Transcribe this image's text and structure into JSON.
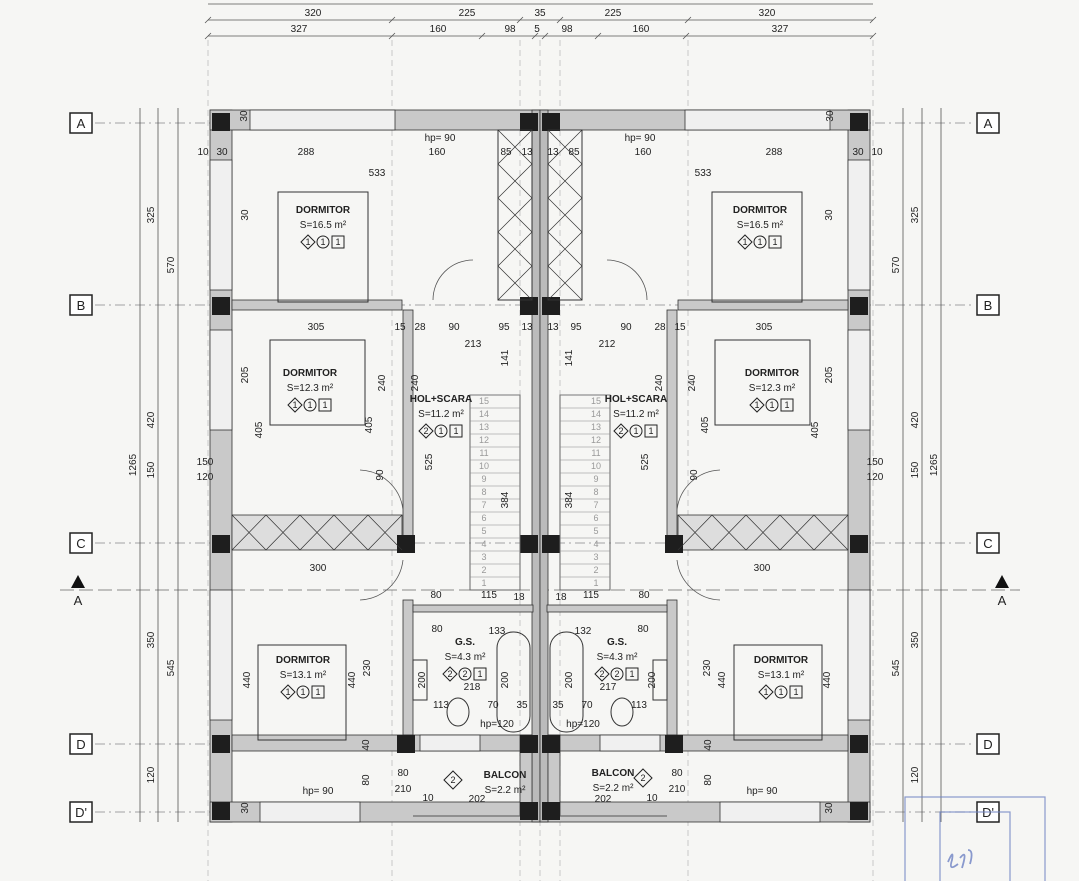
{
  "axes": [
    "A",
    "B",
    "C",
    "D",
    "D'"
  ],
  "section_marker": "A",
  "dimensions": {
    "top_row1": [
      "320",
      "225",
      "35",
      "225",
      "320"
    ],
    "top_row2": [
      "327",
      "160",
      "98",
      "5",
      "98",
      "160",
      "327"
    ],
    "left_outer": [
      "325",
      "420",
      "150",
      "350",
      "120"
    ],
    "left_middle": [
      "570",
      "545"
    ],
    "left_total": "1265",
    "right_outer": [
      "325",
      "420",
      "150",
      "350",
      "120"
    ],
    "right_middle": [
      "570",
      "545"
    ],
    "right_total": "1265",
    "interior_left": [
      "30",
      "288",
      "160",
      "85",
      "13",
      "10",
      "30",
      "533",
      "hp= 90",
      "30",
      "305",
      "15",
      "28",
      "90",
      "95",
      "13",
      "213",
      "141",
      "240",
      "240",
      "205",
      "405",
      "405",
      "525",
      "384",
      "150",
      "120",
      "90",
      "300",
      "80",
      "115",
      "18",
      "80",
      "133",
      "218",
      "200",
      "200",
      "113",
      "70",
      "35",
      "hp=120",
      "230",
      "440",
      "440",
      "80",
      "80",
      "210",
      "10",
      "202",
      "40",
      "hp= 90",
      "30"
    ],
    "interior_right": [
      "30",
      "288",
      "160",
      "85",
      "13",
      "10",
      "30",
      "533",
      "hp= 90",
      "30",
      "305",
      "15",
      "28",
      "90",
      "95",
      "13",
      "212",
      "141",
      "240",
      "240",
      "205",
      "405",
      "405",
      "525",
      "384",
      "150",
      "120",
      "90",
      "300",
      "80",
      "115",
      "18",
      "80",
      "132",
      "217",
      "200",
      "200",
      "113",
      "70",
      "35",
      "hp=120",
      "230",
      "440",
      "440",
      "80",
      "80",
      "210",
      "10",
      "202",
      "40",
      "hp= 90",
      "30"
    ]
  },
  "rooms": [
    {
      "name": "DORMITOR",
      "area": "S=16.5 m²",
      "codes": [
        "1",
        "1",
        "1"
      ]
    },
    {
      "name": "DORMITOR",
      "area": "S=12.3 m²",
      "codes": [
        "1",
        "1",
        "1"
      ]
    },
    {
      "name": "HOL+SCARA",
      "area": "S=11.2 m²",
      "codes": [
        "2",
        "1",
        "1"
      ]
    },
    {
      "name": "DORMITOR",
      "area": "S=13.1 m²",
      "codes": [
        "1",
        "1",
        "1"
      ]
    },
    {
      "name": "G.S.",
      "area": "S=4.3 m²",
      "codes": [
        "2",
        "2",
        "1"
      ]
    },
    {
      "name": "BALCON",
      "area": "S=2.2 m²",
      "codes": [
        "2"
      ]
    },
    {
      "name": "DORMITOR",
      "area": "S=16.5 m²",
      "codes": [
        "1",
        "1",
        "1"
      ]
    },
    {
      "name": "DORMITOR",
      "area": "S=12.3 m²",
      "codes": [
        "1",
        "1",
        "1"
      ]
    },
    {
      "name": "HOL+SCARA",
      "area": "S=11.2 m²",
      "codes": [
        "2",
        "1",
        "1"
      ]
    },
    {
      "name": "DORMITOR",
      "area": "S=13.1 m²",
      "codes": [
        "1",
        "1",
        "1"
      ]
    },
    {
      "name": "G.S.",
      "area": "S=4.3 m²",
      "codes": [
        "2",
        "2",
        "1"
      ]
    },
    {
      "name": "BALCON",
      "area": "S=2.2 m²",
      "codes": [
        "2"
      ]
    }
  ],
  "stair_steps": [
    "15",
    "14",
    "13",
    "12",
    "11",
    "10",
    "9",
    "8",
    "7",
    "6",
    "5",
    "4",
    "3",
    "2",
    "1"
  ],
  "colors": {
    "wall": "#c9c9c9",
    "column": "#1e1e1e",
    "line": "#444444",
    "axis": "#888888",
    "stamp": "#6f83c4"
  }
}
